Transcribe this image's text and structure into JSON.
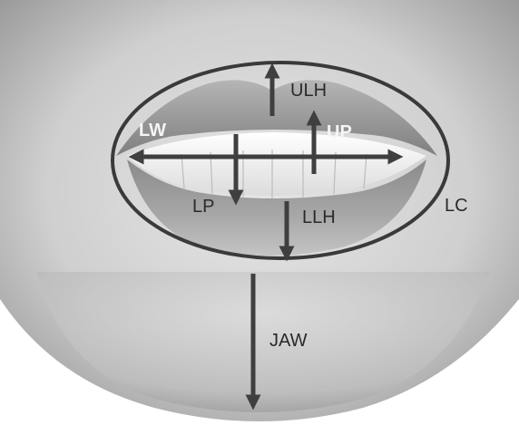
{
  "diagram": {
    "labels": {
      "ulh": "ULH",
      "up": "UP",
      "lw": "LW",
      "lp": "LP",
      "llh": "LLH",
      "lc": "LC",
      "jaw": "JAW"
    },
    "colors": {
      "arrow": "#3f3f3f",
      "contour": "#3a3a3a",
      "skin_light": "#d9d9d9",
      "skin_dark": "#7a7a7a",
      "lip": "#8c8c8c",
      "teeth": "#f4f4f4"
    }
  }
}
